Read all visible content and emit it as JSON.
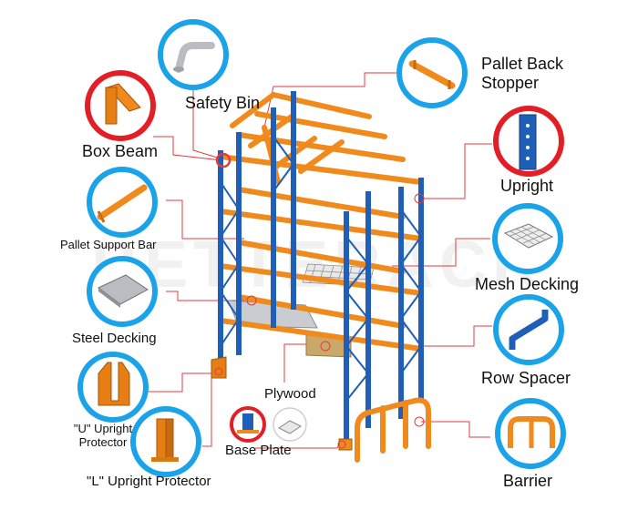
{
  "watermark": "BETTERACK",
  "colors": {
    "blue": "#1f5fb8",
    "orange": "#f08a1c",
    "circle_blue": "#1aa3e8",
    "circle_red": "#e41e26",
    "leader": "#e23b3b"
  },
  "labels": {
    "safety_bin": "Safety Bin",
    "pallet_back_stopper": "Pallet Back\nStopper",
    "box_beam": "Box Beam",
    "upright": "Upright",
    "pallet_support_bar": "Pallet Support Bar",
    "mesh_decking": "Mesh Decking",
    "steel_decking": "Steel Decking",
    "row_spacer": "Row Spacer",
    "plywood": "Plywood",
    "u_upright_protector": "\"U\" Upright\nProtector",
    "base_plate": "Base Plate",
    "l_upright_protector": "\"L\" Upright Protector",
    "barrier": "Barrier"
  }
}
